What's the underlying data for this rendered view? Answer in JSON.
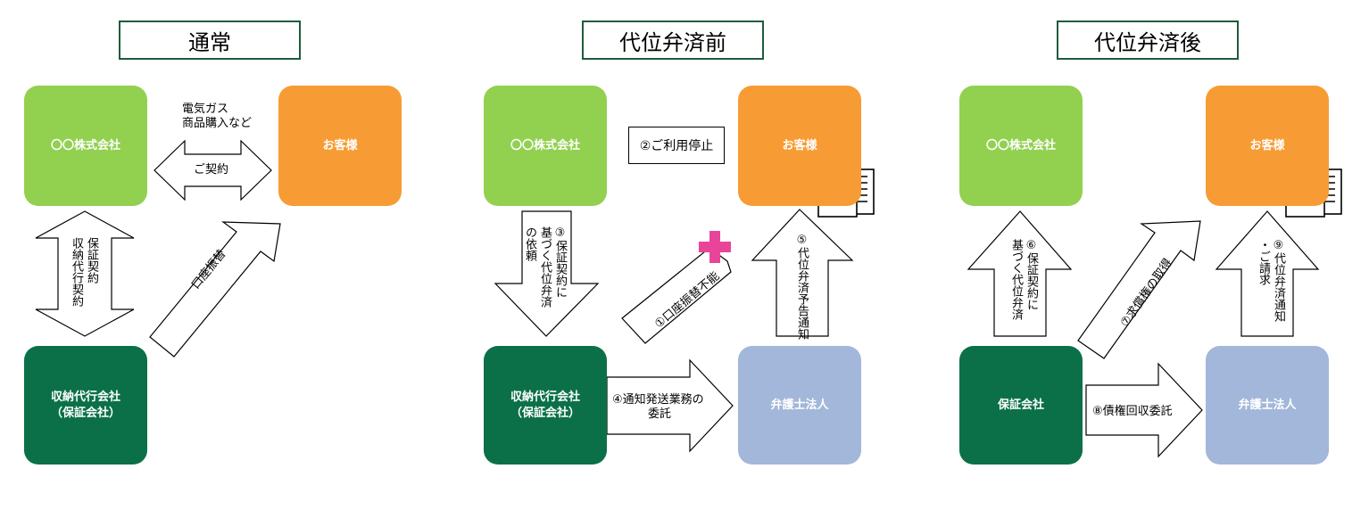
{
  "panels": {
    "normal": {
      "title": "通常",
      "company": "〇〇株式会社",
      "customer": "お客様",
      "agent_line1": "収納代行会社",
      "agent_line2": "（保証会社）",
      "goods_line1": "電気ガス",
      "goods_line2": "商品購入など",
      "contract": "ご契約",
      "guarantee_line1": "保証契約",
      "guarantee_line2": "収納代行契約",
      "account_transfer": "口座振替"
    },
    "before": {
      "title": "代位弁済前",
      "company": "〇〇株式会社",
      "customer": "お客様",
      "agent_line1": "収納代行会社",
      "agent_line2": "（保証会社）",
      "lawyer": "弁護士法人",
      "step1": "①口座振替不能",
      "step2": "②ご利用停止",
      "step3_line1": "③保証契約に",
      "step3_line2": "基づく代位弁済",
      "step3_line3": "の依頼",
      "step4_line1": "④通知発送業務の",
      "step4_line2": "委託",
      "step5": "⑤代位弁済予告通知"
    },
    "after": {
      "title": "代位弁済後",
      "company": "〇〇株式会社",
      "customer": "お客様",
      "guarantor": "保証会社",
      "lawyer": "弁護士法人",
      "step6_line1": "⑥保証契約に",
      "step6_line2": "基づく代位弁済",
      "step7": "⑦求償権の取得",
      "step8": "⑧債権回収委託",
      "step9_line1": "⑨代位弁済通知",
      "step9_line2": "・ご請求"
    }
  },
  "colors": {
    "company": "#92d050",
    "customer": "#f79c34",
    "agent": "#0b7048",
    "lawyer": "#a2b7d9",
    "title_border": "#1d5c3c",
    "alert": "#e8459a"
  },
  "icons": [
    "envelope-document-icon",
    "pink-cross-icon"
  ]
}
